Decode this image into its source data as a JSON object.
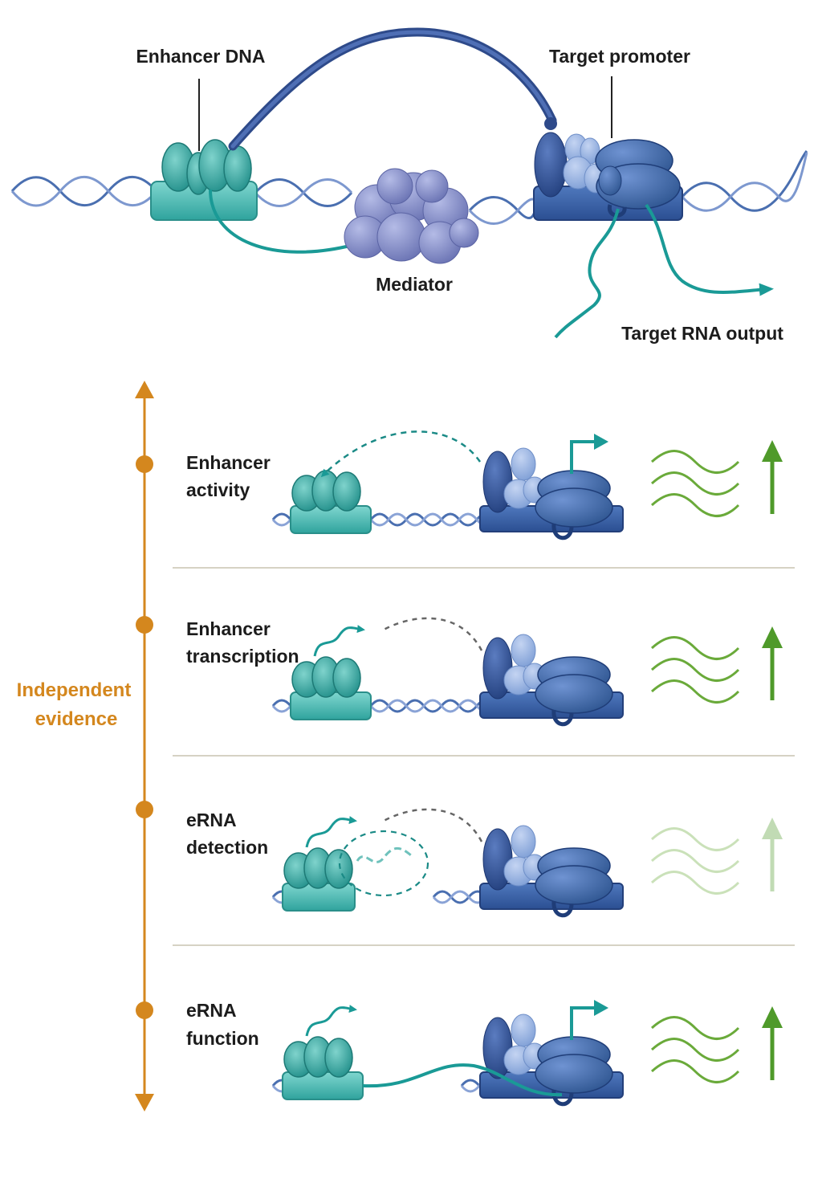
{
  "top_panel": {
    "labels": {
      "enhancer_dna": "Enhancer DNA",
      "target_promoter": "Target promoter",
      "mediator": "Mediator",
      "target_rna_output": "Target RNA output"
    }
  },
  "evidence_axis": {
    "label_line1": "Independent",
    "label_line2": "evidence",
    "color": "#d4871e"
  },
  "rows": [
    {
      "line1": "Enhancer",
      "line2": "activity",
      "faded_output": false
    },
    {
      "line1": "Enhancer",
      "line2": "transcription",
      "faded_output": false
    },
    {
      "line1": "eRNA",
      "line2": "detection",
      "faded_output": true
    },
    {
      "line1": "eRNA",
      "line2": "function",
      "faded_output": false
    }
  ],
  "colors": {
    "enhancer_teal": "#3fb5b0",
    "enhancer_dark": "#1f8a86",
    "promoter_blue": "#3f67a8",
    "promoter_dark": "#2b4a86",
    "mediator_purple": "#8490c8",
    "rna_teal": "#1a9a96",
    "output_green": "#6aaa3a",
    "dna_blue": "#4a6fb0"
  }
}
